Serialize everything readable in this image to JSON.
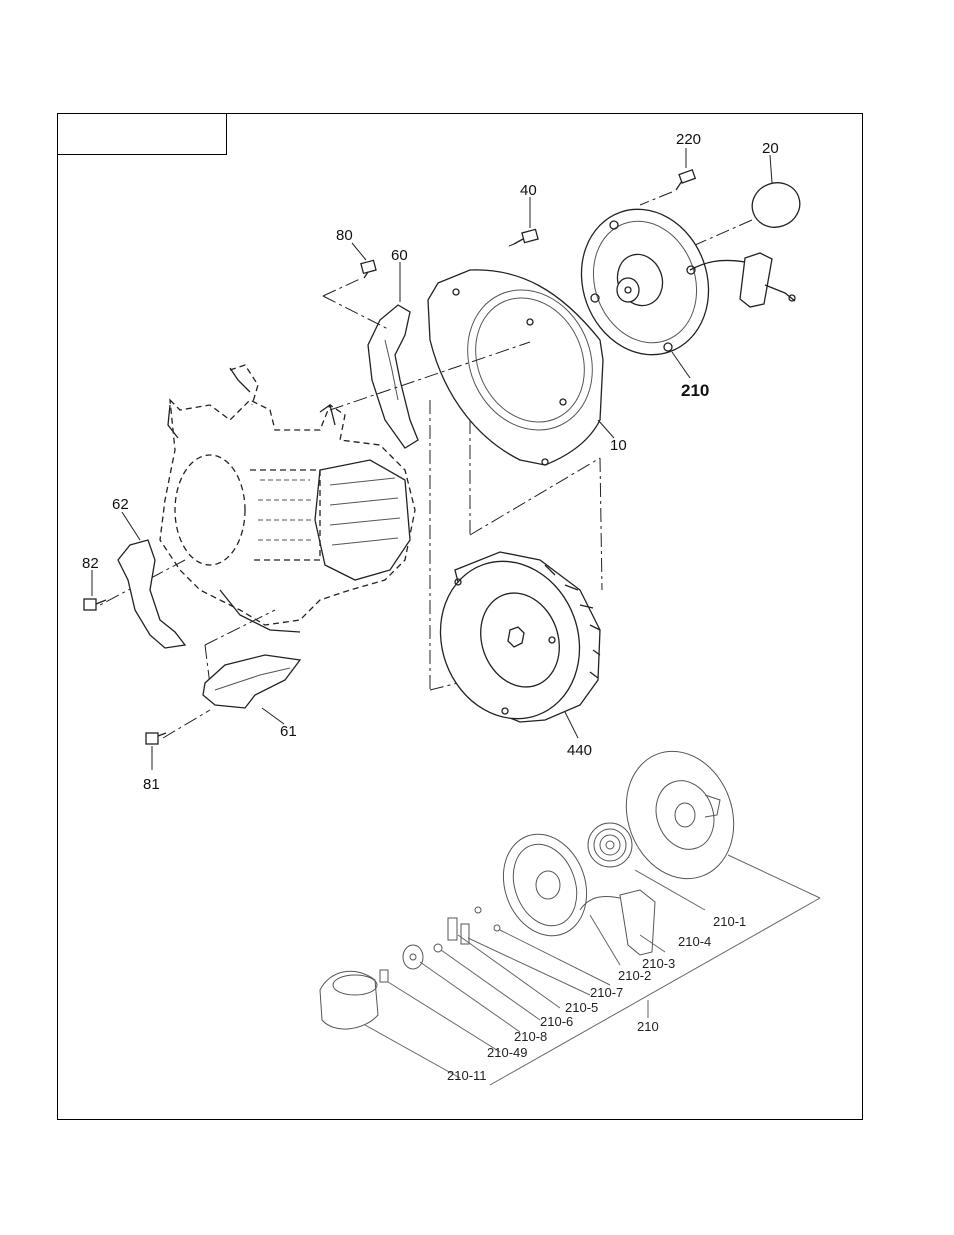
{
  "diagram": {
    "title_box": "",
    "callouts": {
      "c220": "220",
      "c20": "20",
      "c40": "40",
      "c80": "80",
      "c60": "60",
      "c210": "210",
      "c10": "10",
      "c62": "62",
      "c82": "82",
      "c61": "61",
      "c81": "81",
      "c440": "440",
      "c210_1": "210-1",
      "c210_4": "210-4",
      "c210_3": "210-3",
      "c210_2": "210-2",
      "c210_7": "210-7",
      "c210_5": "210-5",
      "c210_6": "210-6",
      "c210_sub": "210",
      "c210_8": "210-8",
      "c210_49": "210-49",
      "c210_11": "210-11"
    }
  }
}
